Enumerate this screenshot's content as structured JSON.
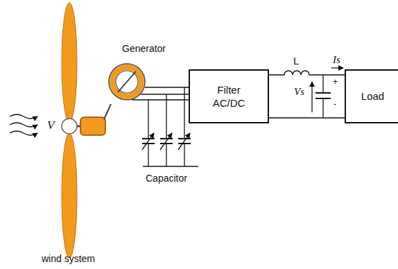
{
  "diagram": {
    "nodes": [
      {
        "text": [
          "Generator"
        ]
      },
      {
        "text": [
          "Filter AC/DC"
        ]
      },
      {
        "text": [
          "Load"
        ]
      }
    ],
    "edges": [
      {
        "from": 0,
        "to": 1,
        "arrow": "none"
      },
      {
        "from": 1,
        "to": 2,
        "arrow": "none"
      }
    ],
    "labels": [
      "V",
      "Capacitor",
      "L",
      "Is",
      "Vs",
      "+",
      "-",
      "wind system"
    ]
  }
}
